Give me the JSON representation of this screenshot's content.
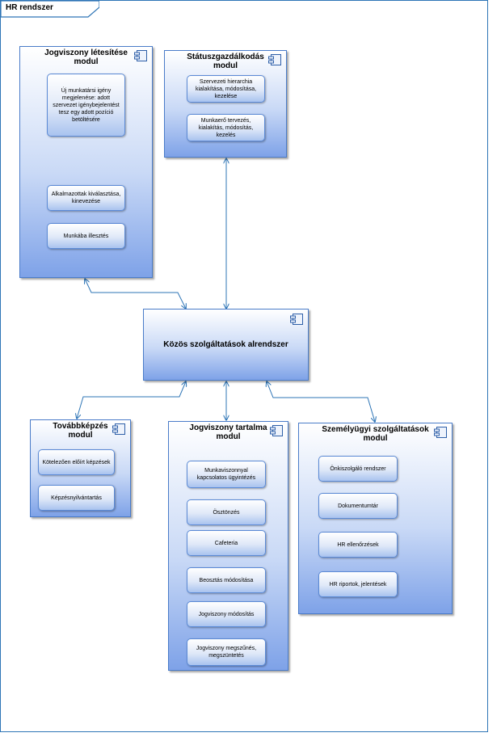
{
  "frame_label": "HR rendszer",
  "center": {
    "title": "Közös szolgáltatások alrendszer"
  },
  "modules": {
    "jogviszony_letesitese": {
      "title": "Jogviszony létesítése modul",
      "items": [
        "Új munkatársi igény megjelenése: adott szervezet igénybejelentést tesz egy adott pozíció betöltésére",
        "Alkalmazottak kiválasztása, kinevezése",
        "Munkába illesztés"
      ]
    },
    "statuszgazdalkodas": {
      "title": "Státuszgazdálkodás modul",
      "items": [
        "Szervezeti hierarchia kialakítása, módosítása, kezelése",
        "Munkaerő tervezés, kialakítás, módosítás, kezelés"
      ]
    },
    "tovabbkepzes": {
      "title": "Továbbképzés modul",
      "items": [
        "Kötelezően előírt képzések",
        "Képzésnyilvántartás"
      ]
    },
    "jogviszony_tartalma": {
      "title": "Jogviszony tartalma modul",
      "items": [
        "Munkaviszonnyal kapcsolatos ügyintézés",
        "Ösztönzés",
        "Cafeteria",
        "Beosztás módosítása",
        "Jogviszony módosítás",
        "Jogviszony megszűnés, megszüntetés"
      ]
    },
    "szemelyugyi": {
      "title": "Személyügyi szolgáltatások modul",
      "items": [
        "Önkiszolgáló rendszer",
        "Dokumentumtár",
        "HR ellenőrzések",
        "HR riportok, jelentések"
      ]
    }
  },
  "colors": {
    "frame": "#2e75b6",
    "connector": "#2e75b6",
    "module_border": "#4a7cc9",
    "module_fill_bottom": "#7ea2e8"
  }
}
